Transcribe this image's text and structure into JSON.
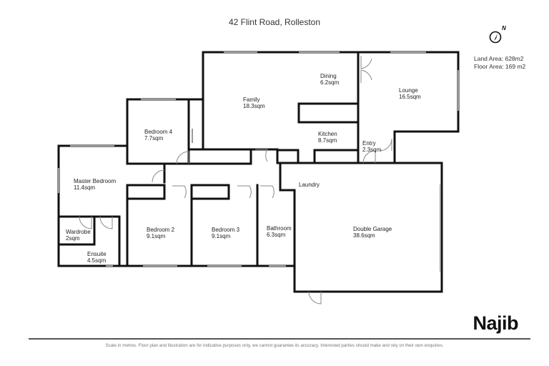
{
  "header": {
    "address": "42 Flint Road, Rolleston"
  },
  "summary": {
    "land_area": "Land Area: 628m2",
    "floor_area": "Floor Area: 169 m2",
    "compass_label": "N"
  },
  "rooms": [
    {
      "name": "Dining",
      "area": "6.2sqm"
    },
    {
      "name": "Lounge",
      "area": "16.5sqm"
    },
    {
      "name": "Family",
      "area": "18.3sqm"
    },
    {
      "name": "Bedroom 4",
      "area": "7.7sqm"
    },
    {
      "name": "Kitchen",
      "area": "8.7sqm"
    },
    {
      "name": "Entry",
      "area": "2.3sqm"
    },
    {
      "name": "Master Bedroom",
      "area": "11.4sqm"
    },
    {
      "name": "Laundry",
      "area": ""
    },
    {
      "name": "Bedroom 2",
      "area": "9.1sqm"
    },
    {
      "name": "Bedroom 3",
      "area": "9.1sqm"
    },
    {
      "name": "Bathroom",
      "area": "6.3sqm"
    },
    {
      "name": "Double Garage",
      "area": "38.6sqm"
    },
    {
      "name": "Wardrobe",
      "area": "2sqm"
    },
    {
      "name": "Ensuite",
      "area": "4.5sqm"
    }
  ],
  "footer": {
    "brand": "Najib",
    "disclaimer": "Scale in metres. Floor plan and illustration are for indicative purposes only, we cannot guarantee its accuracy. Interested parties should make and rely on their own enquiries."
  },
  "colors": {
    "wall": "#111111",
    "window": "#9a9a9a",
    "door": "#8a8a8a",
    "text": "#222222"
  }
}
